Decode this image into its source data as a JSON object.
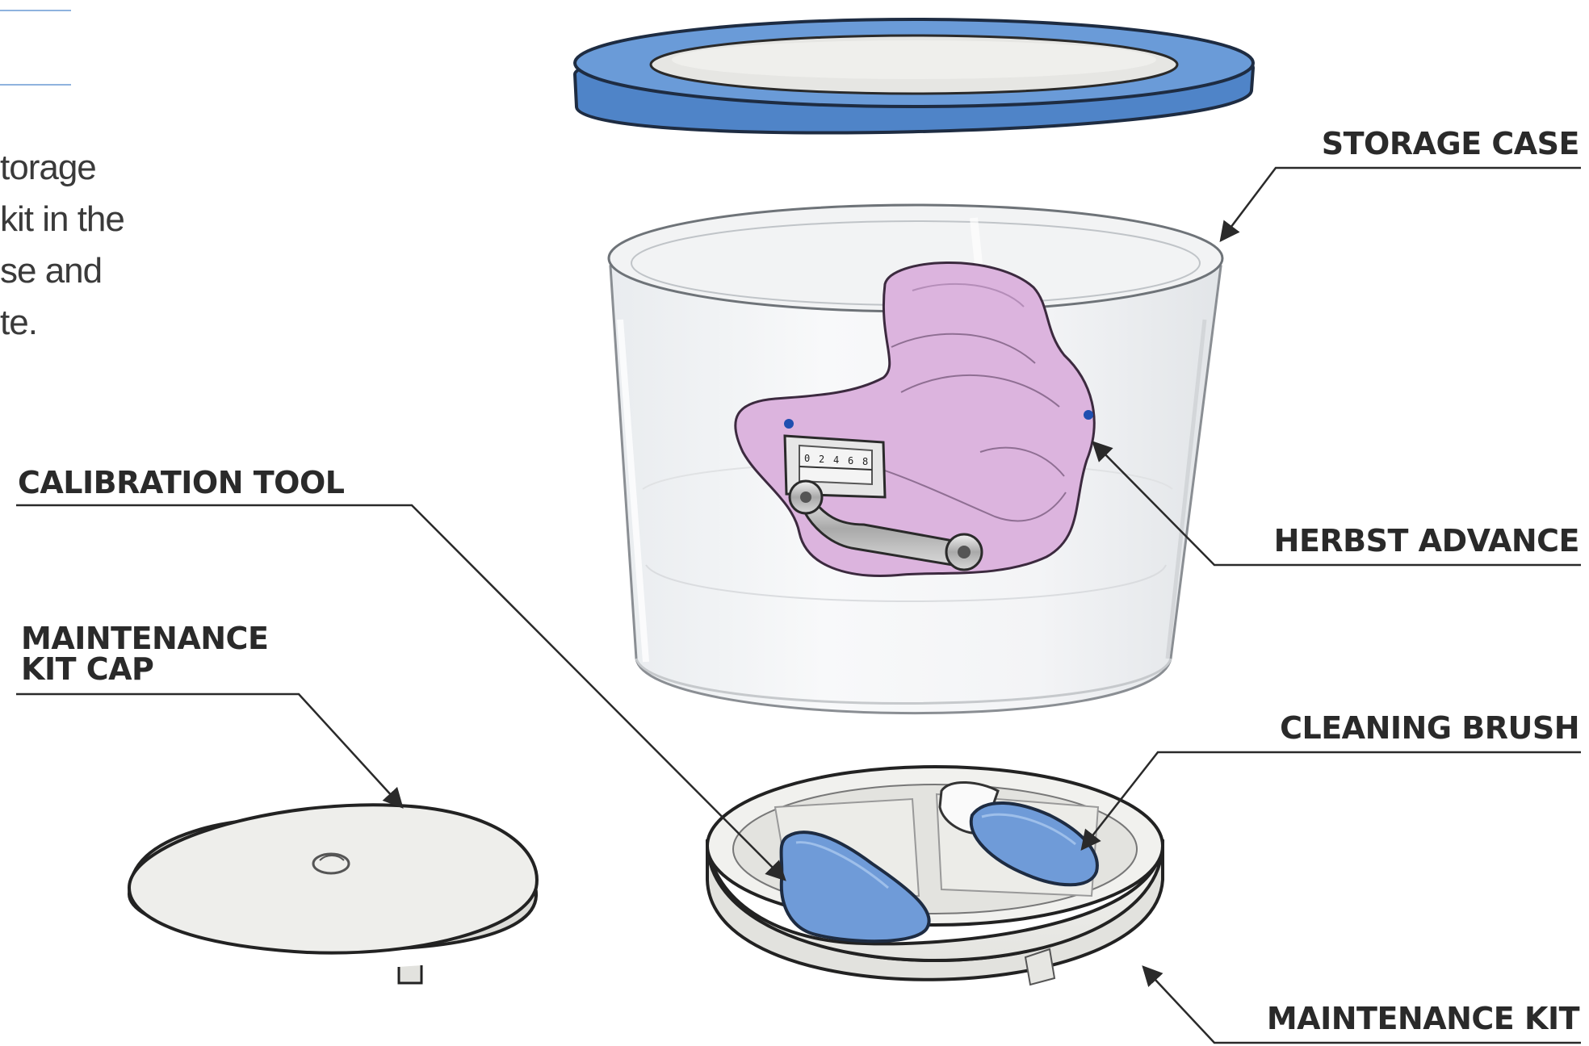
{
  "intro": {
    "lines": [
      "torage",
      "kit in the",
      "se and",
      "te."
    ]
  },
  "callouts": {
    "storage_case": "STORAGE CASE",
    "calibration_tool": "CALIBRATION TOOL",
    "herbst_advance": "HERBST ADVANCE",
    "maintenance_kit_cap": [
      "MAINTENANCE",
      "KIT CAP"
    ],
    "cleaning_brush": "CLEANING BRUSH",
    "maintenance_kit": "MAINTENANCE KIT"
  },
  "scale_digits": [
    "0",
    "2",
    "4",
    "6",
    "8"
  ],
  "colors": {
    "lid_blue": "#5b8fd0",
    "brush_blue": "#6f9bd8",
    "appliance_pink": "#d9b3dc",
    "text": "#2a2a2a",
    "rule_blue": "#8fb3de"
  }
}
